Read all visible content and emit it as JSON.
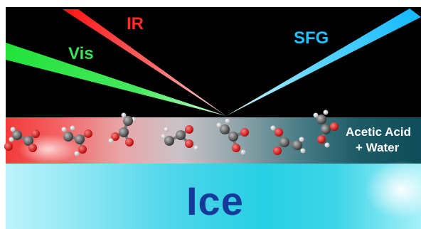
{
  "labels": {
    "ir": "IR",
    "vis": "Vis",
    "sfg": "SFG",
    "layer_line1": "Acetic Acid",
    "layer_line2": "+ Water",
    "substrate": "Ice"
  },
  "colors": {
    "ir_beam": "#ff2b2b",
    "vis_beam": "#39e25a",
    "sfg_beam": "#1bc4ff",
    "ice_text": "#163a9a",
    "carbon": "#555555",
    "oxygen": "#e01010",
    "hydrogen": "#f2f2f2"
  }
}
